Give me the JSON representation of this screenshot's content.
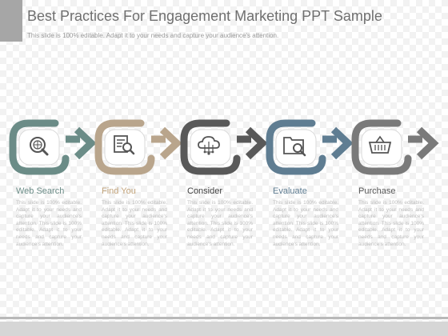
{
  "slide": {
    "title": "Best Practices For Engagement Marketing PPT Sample",
    "subtitle": "This slide is 100% editable. Adapt it to your needs and capture your audience's attention."
  },
  "steps": [
    {
      "label": "Web Search",
      "color": "#6b8c87",
      "icon": "globe-search-icon",
      "text": "This slide is 100% editable. Adapt it to your needs and capture your audience's attention. This slide is 100% editable. Adapt it to your needs and capture your audience's attention."
    },
    {
      "label": "Find You",
      "color": "#b9a58c",
      "icon": "document-search-icon",
      "text": "This slide is 100% editable. Adapt it to your needs and capture your audience's attention. This slide is 100% editable. Adapt it to your needs and capture your audience's attention."
    },
    {
      "label": "Consider",
      "color": "#595959",
      "icon": "cloud-network-icon",
      "text": "This slide is 100% editable. Adapt it to your needs and capture your audience's attention. This slide is 100% editable. Adapt it to your needs and capture your audience's attention."
    },
    {
      "label": "Evaluate",
      "color": "#5f7d92",
      "icon": "folder-search-icon",
      "text": "This slide is 100% editable. Adapt it to your needs and capture your audience's attention. This slide is 100% editable. Adapt it to your needs and capture your audience's attention."
    },
    {
      "label": "Purchase",
      "color": "#7a7a7a",
      "icon": "shopping-basket-icon",
      "text": "This slide is 100% editable. Adapt it to your needs and capture your audience's attention. This slide is 100% editable. Adapt it to your needs and capture your audience's attention."
    }
  ]
}
